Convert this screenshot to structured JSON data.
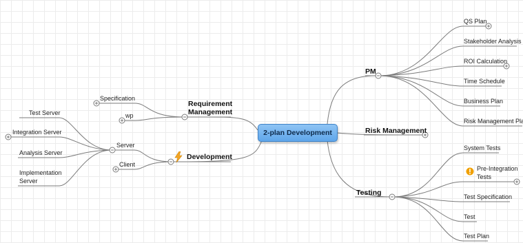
{
  "root": {
    "label": "2-plan Development",
    "fill": "#6aaef0"
  },
  "branches": {
    "pm": {
      "label": "PM",
      "children": [
        "QS Plan",
        "Stakeholder Analysis",
        "ROI Calculation",
        "Time Schedule",
        "Business Plan",
        "Risk Management Plan"
      ]
    },
    "risk_management": {
      "label": "Risk Management"
    },
    "testing": {
      "label": "Testing",
      "children": [
        "System Tests",
        "Pre-Integration Tests",
        "Test Specification",
        "Test",
        "Test Plan"
      ],
      "pre_integration": {
        "line1": "Pre-Integration",
        "line2": "Tests"
      }
    },
    "requirement_management": {
      "line1": "Requirement",
      "line2": "Management",
      "children": [
        "Specification",
        "wp"
      ]
    },
    "development": {
      "label": "Development",
      "children": {
        "server": {
          "label": "Server",
          "children": [
            "Test Server",
            "Integration Server",
            "Analysis Server",
            "Implementation Server"
          ],
          "implementation": {
            "line1": "Implementation",
            "line2": "Server"
          }
        },
        "client": {
          "label": "Client"
        }
      }
    }
  },
  "icons": {
    "development": "lightning-person-icon",
    "pre_integration": "warning-icon"
  },
  "colors": {
    "line": "#7a7a7a",
    "root_border": "#3f82c6",
    "warning": "#f0a000"
  }
}
